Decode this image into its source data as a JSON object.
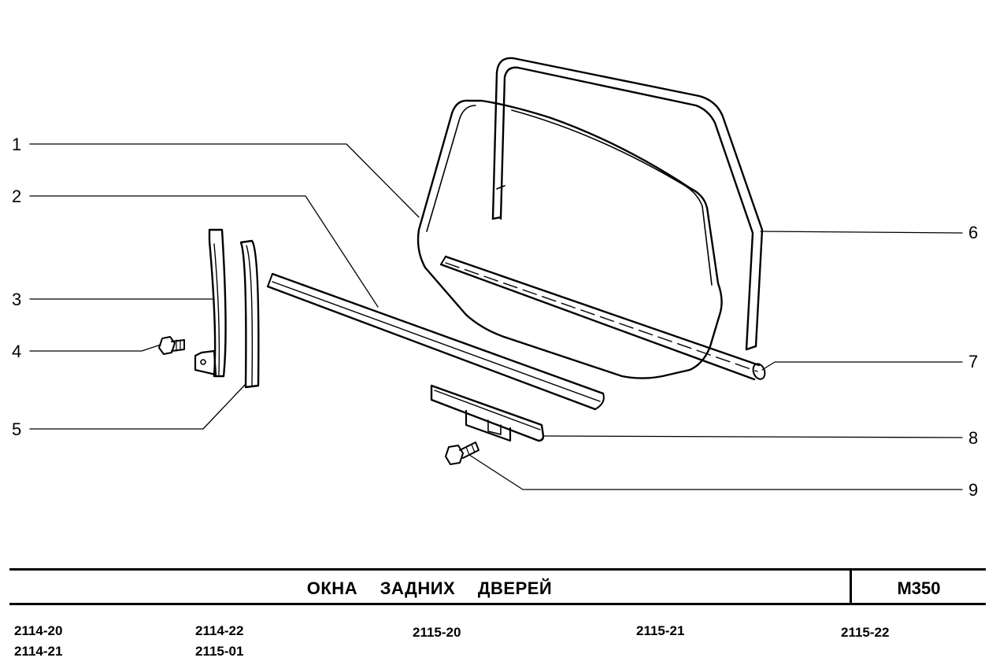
{
  "diagram": {
    "callouts": [
      "1",
      "2",
      "3",
      "4",
      "5",
      "6",
      "7",
      "8",
      "9"
    ]
  },
  "footer": {
    "title": "ОКНА ЗАДНИХ ДВЕРЕЙ",
    "code": "М350",
    "models": [
      "2114-20",
      "2114-21",
      "2114-22",
      "2115-01",
      "2115-20",
      "2115-21",
      "2115-22"
    ]
  }
}
